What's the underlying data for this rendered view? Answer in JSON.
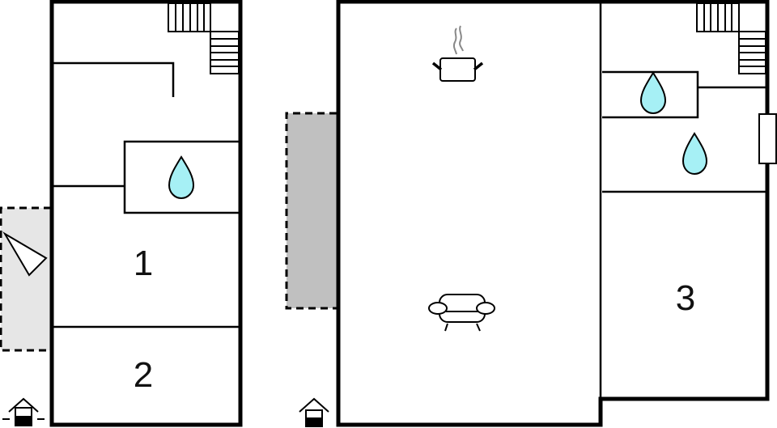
{
  "floorplan": {
    "colors": {
      "wall": "#000000",
      "water": "#a6f0f5",
      "terrace_light": "#e6e6e6",
      "terrace_dark": "#c0c0c0",
      "steam": "#888888"
    },
    "rooms": [
      {
        "id": "bedroom-1",
        "label": "1"
      },
      {
        "id": "bedroom-2",
        "label": "2"
      },
      {
        "id": "bedroom-3",
        "label": "3"
      }
    ],
    "icons": [
      "entrance-icon",
      "entrance-icon",
      "water-drop-icon",
      "water-drop-icon",
      "water-drop-icon",
      "cooking-pot-icon",
      "sofa-icon",
      "staircase-icon",
      "staircase-icon",
      "view-direction-icon"
    ]
  }
}
